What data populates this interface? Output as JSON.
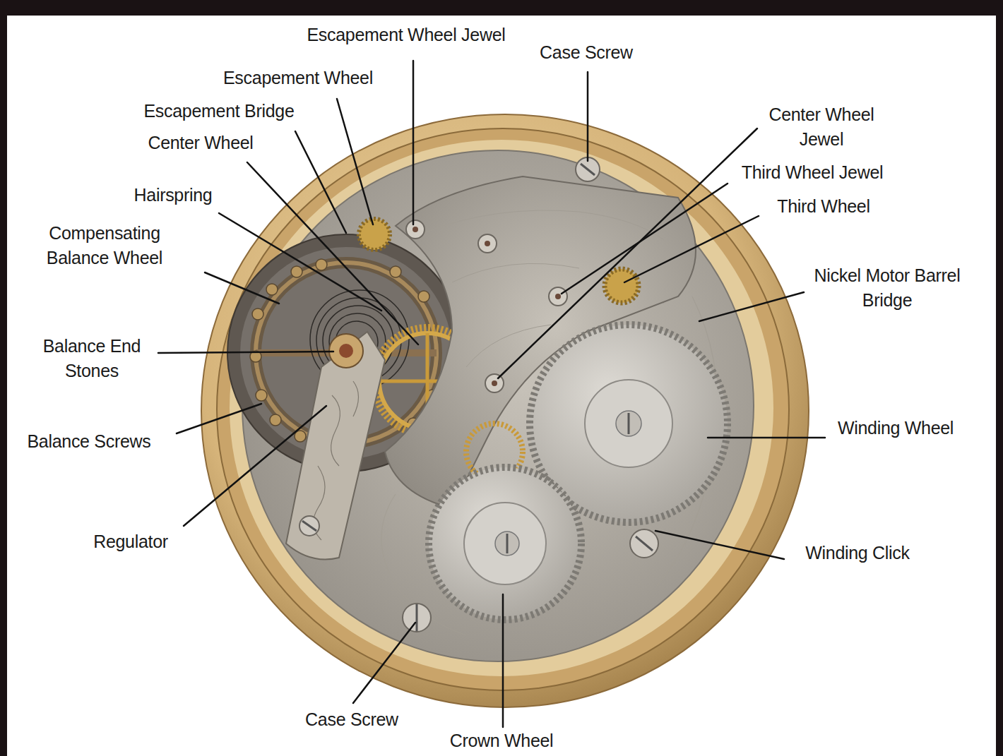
{
  "diagram": {
    "labels": [
      "Escapement Wheel Jewel",
      "Case Screw",
      "Escapement Wheel",
      "Escapement Bridge",
      "Center Wheel Jewel",
      "Center Wheel",
      "Third Wheel Jewel",
      "Hairspring",
      "Third Wheel",
      "Compensating Balance Wheel",
      "Nickel Motor Barrel Bridge",
      "Balance End Stones",
      "Winding Wheel",
      "Balance Screws",
      "Regulator",
      "Winding Click",
      "Case Screw",
      "Crown Wheel"
    ]
  }
}
